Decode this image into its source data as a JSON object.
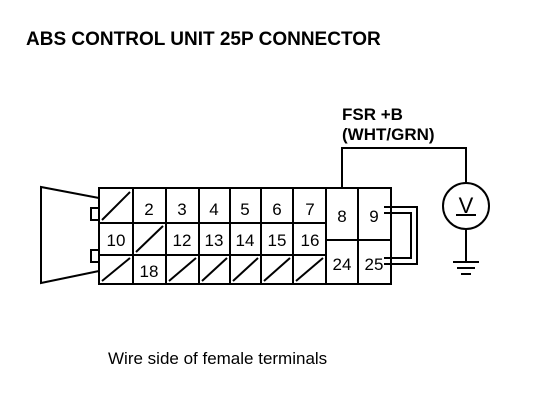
{
  "diagram": {
    "title": "ABS CONTROL UNIT 25P CONNECTOR",
    "label_line1": "FSR +B",
    "label_line2": "(WHT/GRN)",
    "caption": "Wire side of female terminals",
    "meter_symbol": "V",
    "pins": {
      "p2": "2",
      "p3": "3",
      "p4": "4",
      "p5": "5",
      "p6": "6",
      "p7": "7",
      "p8": "8",
      "p9": "9",
      "p10": "10",
      "p12": "12",
      "p13": "13",
      "p14": "14",
      "p15": "15",
      "p16": "16",
      "p18": "18",
      "p24": "24",
      "p25": "25"
    }
  }
}
